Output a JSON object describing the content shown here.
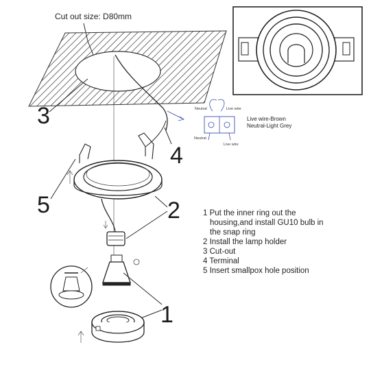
{
  "diagram": {
    "cutout_label": "Cut out size: D80mm",
    "wiring": {
      "neutral_top": "Neutral",
      "live_top": "Live wire",
      "neutral_bottom": "Neutral",
      "live_bottom": "Live wire",
      "live_color": "Live wire-Brown",
      "neutral_color": "Neutral-Light Grey"
    },
    "callouts": {
      "c3": "3",
      "c4": "4",
      "c5": "5",
      "c2": "2",
      "c1": "1"
    },
    "instructions": {
      "line1a": "1 Put the inner ring out the",
      "line1b": "housing,and install GU10 bulb in",
      "line1c": "the snap ring",
      "line2": "2 Install the lamp holder",
      "line3": "3 Cut-out",
      "line4": "4 Terminal",
      "line5": "5 Insert smallpox hole position"
    },
    "accent_color": "#3a4fb0"
  }
}
